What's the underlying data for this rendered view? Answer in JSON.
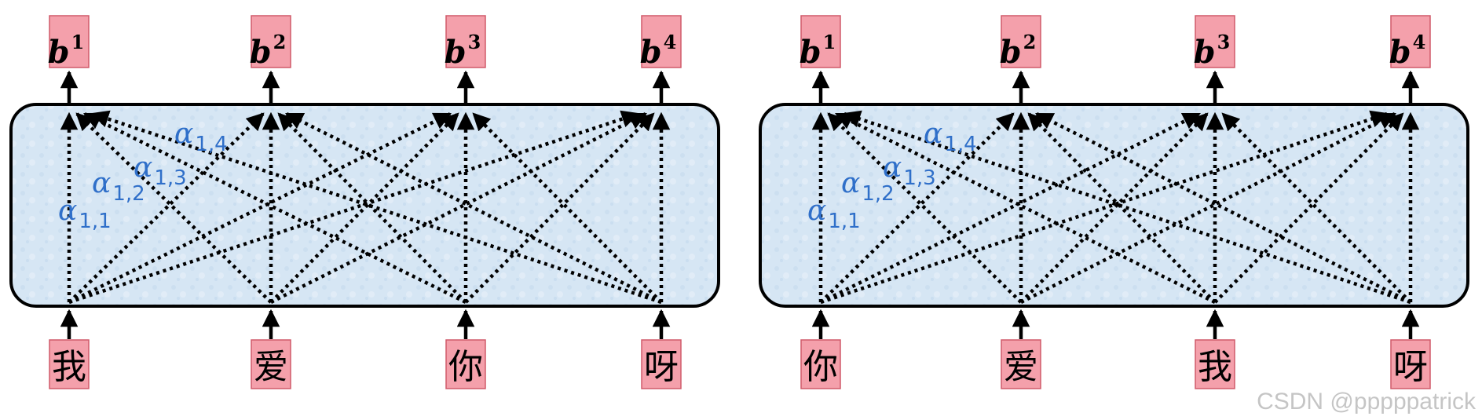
{
  "colors": {
    "box_fill": "#d6e6f4",
    "box_stroke": "#000000",
    "label_fill": "#f4a0ab",
    "label_stroke": "#d05a6a",
    "weight_text": "#2f6fc9",
    "arrow": "#000000",
    "watermark": "#9a9a9a"
  },
  "panels": [
    {
      "inputs": [
        "我",
        "爱",
        "你",
        "呀"
      ],
      "outputs": [
        {
          "base": "b",
          "sup": "1"
        },
        {
          "base": "b",
          "sup": "2"
        },
        {
          "base": "b",
          "sup": "3"
        },
        {
          "base": "b",
          "sup": "4"
        }
      ],
      "weights": [
        {
          "base": "α",
          "sub": "1,1"
        },
        {
          "base": "α",
          "sub": "1,2"
        },
        {
          "base": "α",
          "sub": "1,3"
        },
        {
          "base": "α",
          "sub": "1,4"
        }
      ]
    },
    {
      "inputs": [
        "你",
        "爱",
        "我",
        "呀"
      ],
      "outputs": [
        {
          "base": "b",
          "sup": "1"
        },
        {
          "base": "b",
          "sup": "2"
        },
        {
          "base": "b",
          "sup": "3"
        },
        {
          "base": "b",
          "sup": "4"
        }
      ],
      "weights": [
        {
          "base": "α",
          "sub": "1,1"
        },
        {
          "base": "α",
          "sub": "1,2"
        },
        {
          "base": "α",
          "sub": "1,3"
        },
        {
          "base": "α",
          "sub": "1,4"
        }
      ]
    }
  ],
  "watermark": "CSDN @pppppatrick"
}
